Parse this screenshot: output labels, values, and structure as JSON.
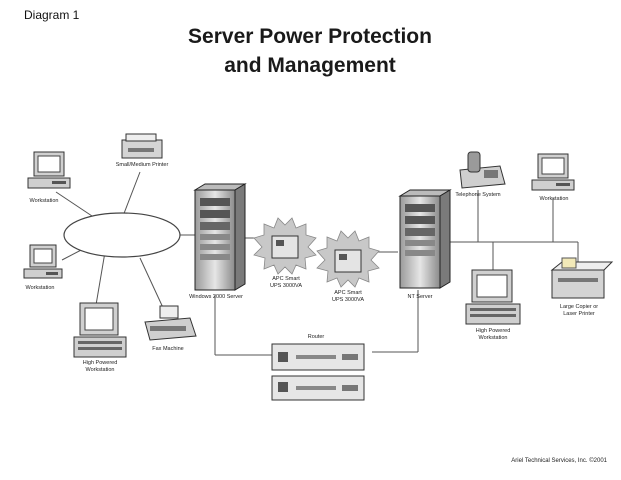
{
  "header": {
    "diagram_label": "Diagram 1",
    "title_line1": "Server Power Protection",
    "title_line2": "and Management"
  },
  "nodes": {
    "workstation_top": "Workstation",
    "workstation_left": "Workstation",
    "small_printer": "Small/Medium Printer",
    "high_powered_ws_left": [
      "High Powered",
      "Workstation"
    ],
    "fax_machine": "Fax Machine",
    "windows_server": "Windows 2000 Server",
    "ups_left": [
      "APC Smart",
      "UPS 3000VA"
    ],
    "ups_right": [
      "APC Smart",
      "UPS 3000VA"
    ],
    "nt_server": "NT Server",
    "router": "Router",
    "telephone_system": "Telephone System",
    "workstation_right": "Workstation",
    "high_powered_ws_right": [
      "High Powered",
      "Workstation"
    ],
    "large_copier": [
      "Large Copier or",
      "Laser Printer"
    ]
  },
  "footer": {
    "credit": "Ariel Technical Services, Inc.  ©2001"
  },
  "colors": {
    "line": "#555555",
    "device_body": "#d8d8d8",
    "device_dark": "#6e6e6e",
    "ups_burst": "#c8c8c8"
  }
}
